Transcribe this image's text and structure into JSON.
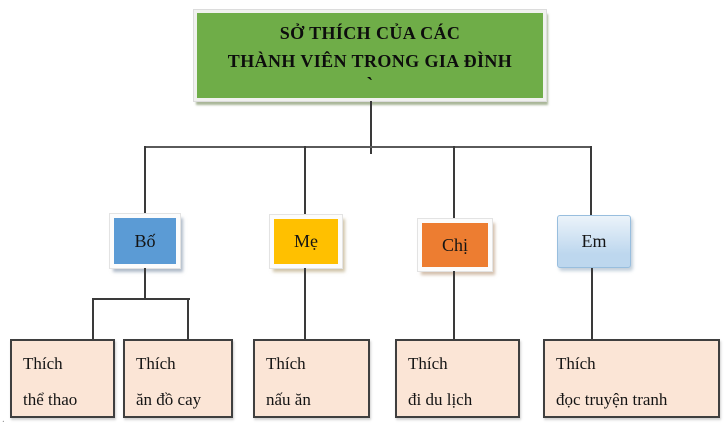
{
  "title": {
    "line1": "SỞ THÍCH CỦA CÁC",
    "line2": "THÀNH VIÊN TRONG GIA ĐÌNH",
    "accent": "`"
  },
  "family": [
    {
      "label": "Bố",
      "color": "#5B9BD5",
      "hobbies": [
        {
          "line1": "Thích",
          "line2": "thể thao"
        },
        {
          "line1": "Thích",
          "line2": "ăn đồ cay"
        }
      ]
    },
    {
      "label": "Mẹ",
      "color": "#FFC000",
      "hobbies": [
        {
          "line1": "Thích",
          "line2": "nấu ăn"
        }
      ]
    },
    {
      "label": "Chị",
      "color": "#ED7D31",
      "hobbies": [
        {
          "line1": "Thích",
          "line2": "đi du lịch"
        }
      ]
    },
    {
      "label": "Em",
      "color": "#BDD7EE",
      "hobbies": [
        {
          "line1": "Thích",
          "line2": "đọc truyện tranh"
        }
      ]
    }
  ],
  "colors": {
    "title_bg": "#6FAD48",
    "hobby_bg": "#FBE5D6",
    "line": "#3A3A3A"
  },
  "stray_mark": "."
}
